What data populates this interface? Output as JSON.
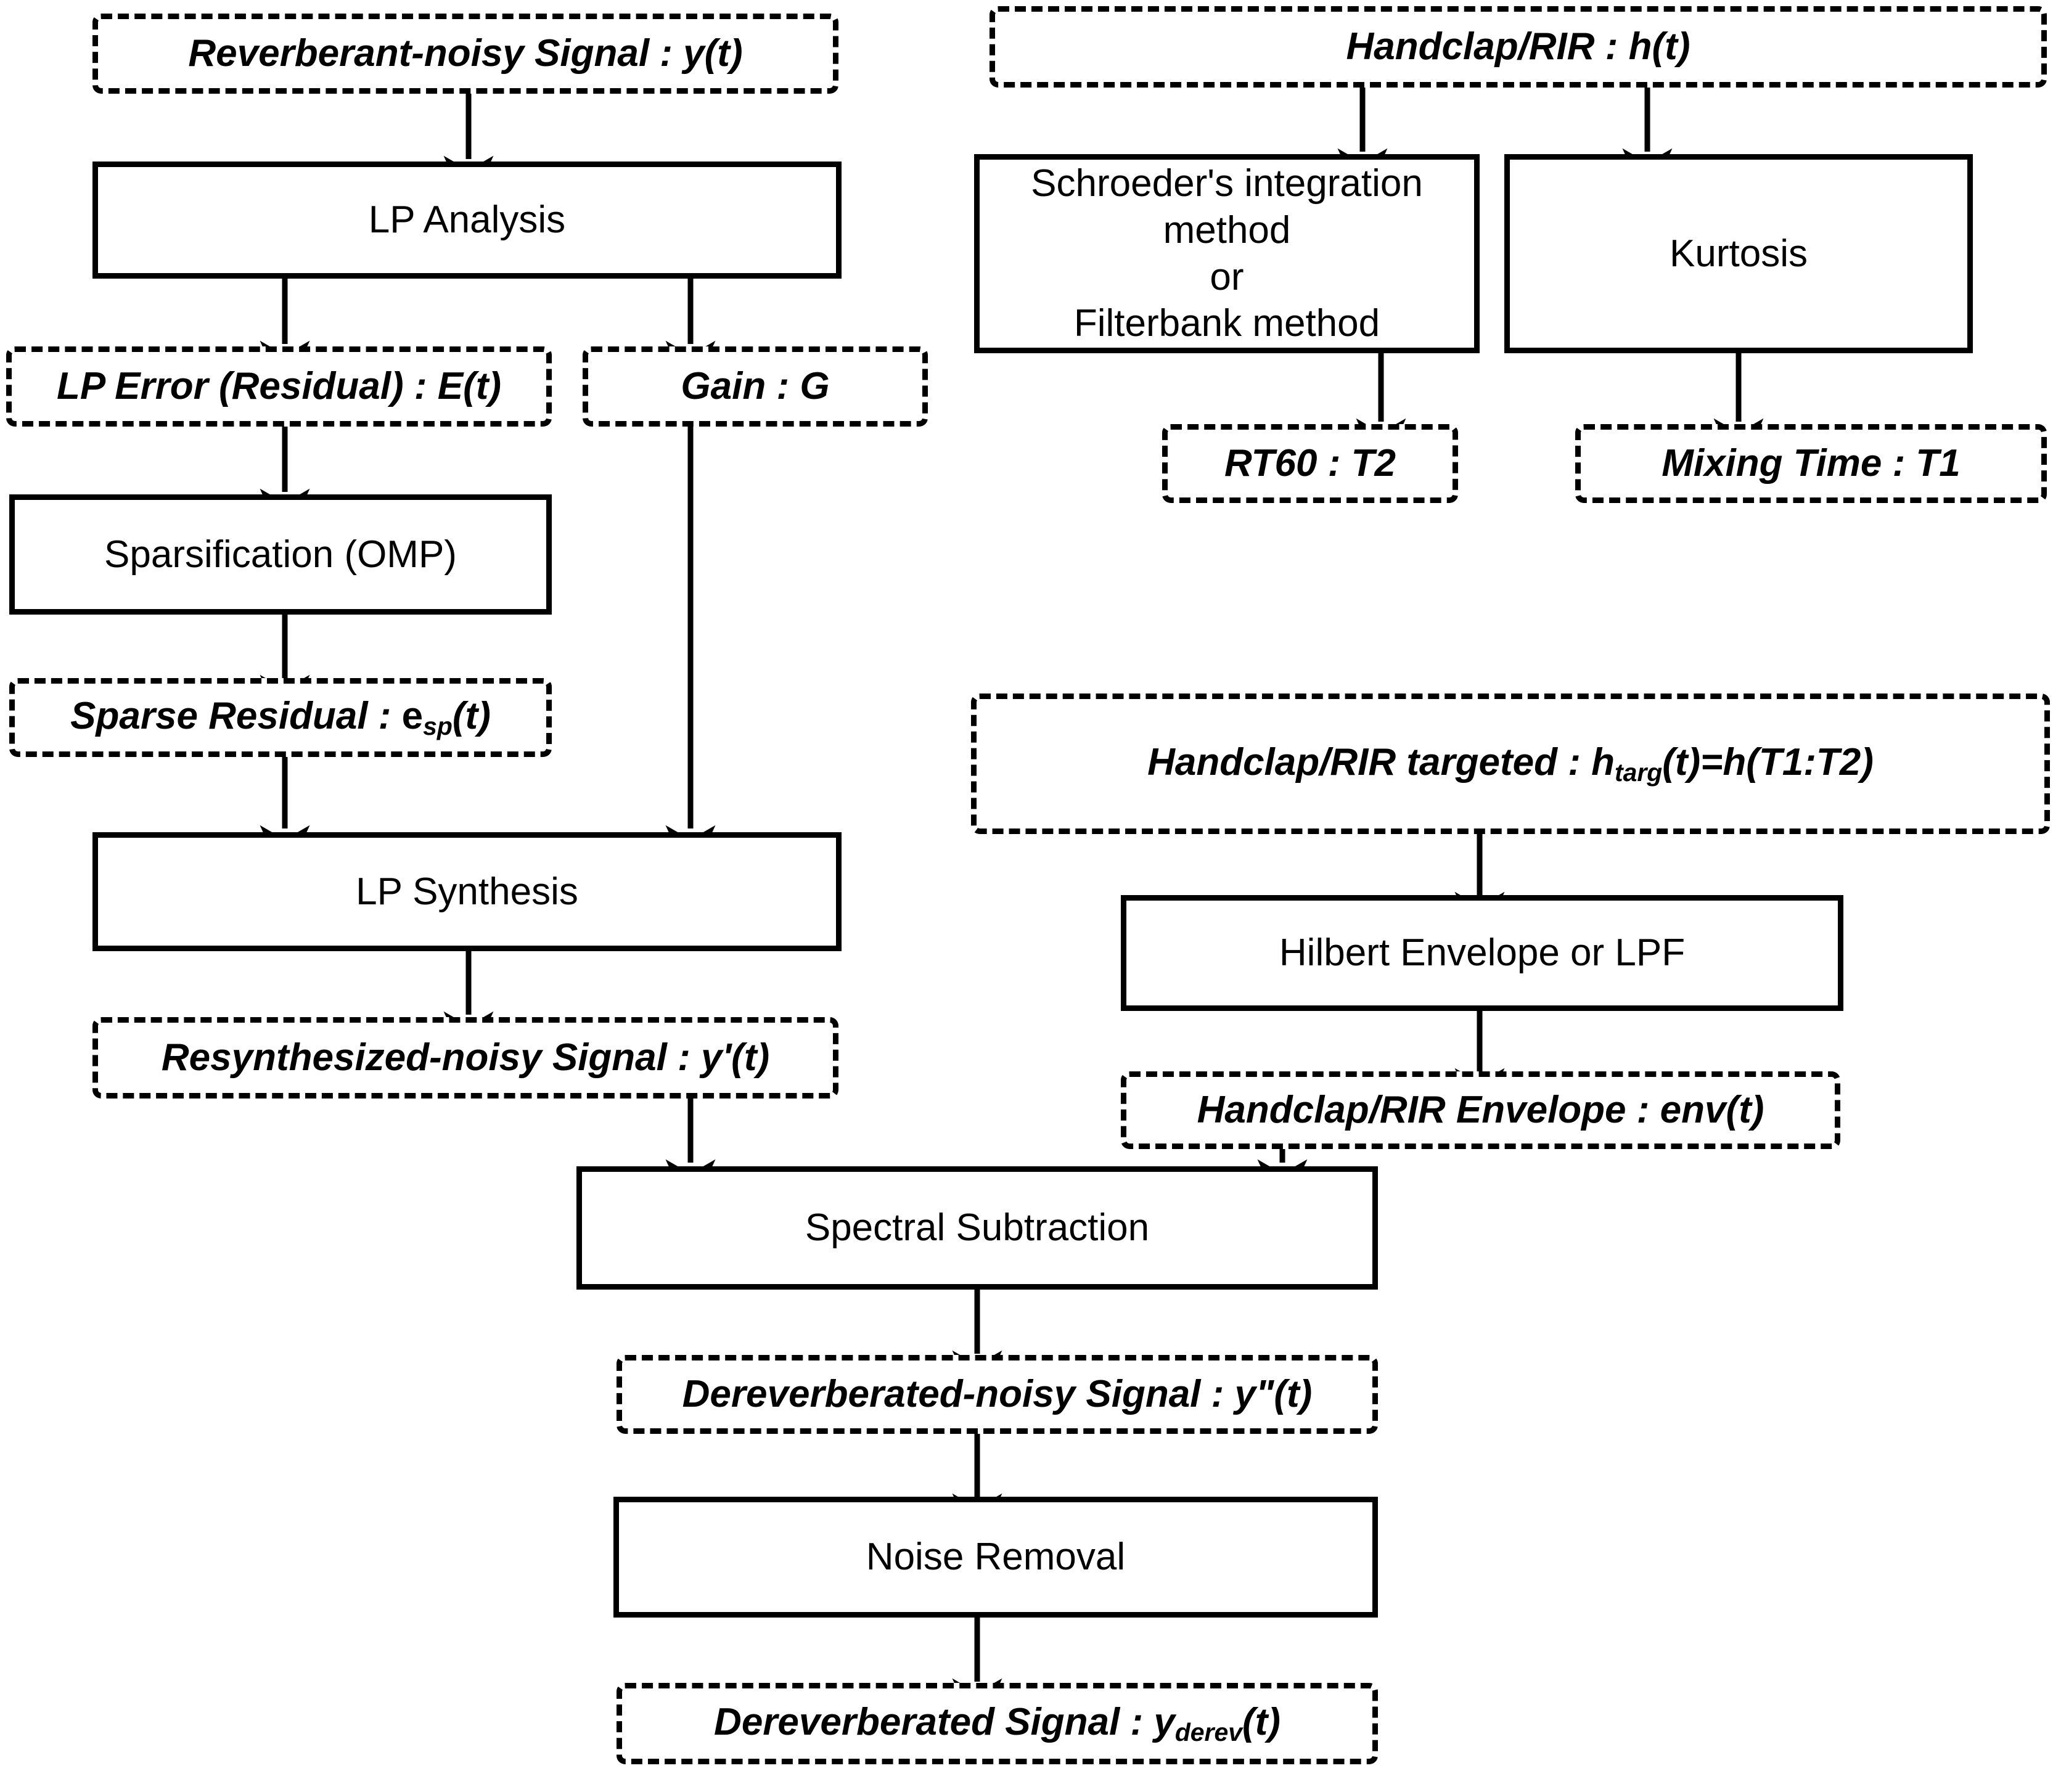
{
  "diagram": {
    "title": "Dereverberation and noise removal signal processing flowchart",
    "stroke_color": "#000000",
    "background_color": "#ffffff",
    "nodes": {
      "reverberant_noisy_signal": "Reverberant-noisy Signal : y(t)",
      "lp_analysis": "LP Analysis",
      "lp_error_residual": "LP Error (Residual) : E(t)",
      "gain": "Gain : G",
      "sparsification_omp": "Sparsification (OMP)",
      "sparse_residual_prefix": "Sparse Residual : ",
      "sparse_residual_symbol": "e",
      "sparse_residual_subscript": "sp",
      "sparse_residual_suffix": "(t)",
      "lp_synthesis": "LP Synthesis",
      "resynthesized_noisy_signal": "Resynthesized-noisy Signal : y'(t)",
      "handclap_rir": "Handclap/RIR : h(t)",
      "schroeder_line1": "Schroeder's integration method",
      "schroeder_line2": "or",
      "schroeder_line3": "Filterbank method",
      "kurtosis": "Kurtosis",
      "rt60": "RT60 : T2",
      "mixing_time": "Mixing Time : T1",
      "handclap_targeted_prefix": "Handclap/RIR targeted : h",
      "handclap_targeted_subscript": "targ",
      "handclap_targeted_suffix": "(t)=h(T1:T2)",
      "hilbert_envelope_or_lpf": "Hilbert Envelope or LPF",
      "handclap_rir_envelope": "Handclap/RIR Envelope : env(t)",
      "spectral_subtraction": "Spectral Subtraction",
      "dereverberated_noisy_signal": "Dereverberated-noisy Signal : y\"(t)",
      "noise_removal": "Noise Removal",
      "dereverberated_signal_prefix": "Dereverberated Signal : y",
      "dereverberated_signal_subscript": "derev",
      "dereverberated_signal_suffix": "(t)"
    },
    "edges": [
      {
        "from": "reverberant_noisy_signal",
        "to": "lp_analysis"
      },
      {
        "from": "lp_analysis",
        "to": "lp_error_residual"
      },
      {
        "from": "lp_analysis",
        "to": "gain"
      },
      {
        "from": "lp_error_residual",
        "to": "sparsification_omp"
      },
      {
        "from": "sparsification_omp",
        "to": "sparse_residual"
      },
      {
        "from": "sparse_residual",
        "to": "lp_synthesis"
      },
      {
        "from": "gain",
        "to": "lp_synthesis"
      },
      {
        "from": "lp_synthesis",
        "to": "resynthesized_noisy_signal"
      },
      {
        "from": "resynthesized_noisy_signal",
        "to": "spectral_subtraction"
      },
      {
        "from": "handclap_rir",
        "to": "schroeder"
      },
      {
        "from": "handclap_rir",
        "to": "kurtosis"
      },
      {
        "from": "schroeder",
        "to": "rt60"
      },
      {
        "from": "kurtosis",
        "to": "mixing_time"
      },
      {
        "from": "handclap_targeted",
        "to": "hilbert_envelope_or_lpf"
      },
      {
        "from": "hilbert_envelope_or_lpf",
        "to": "handclap_rir_envelope"
      },
      {
        "from": "handclap_rir_envelope",
        "to": "spectral_subtraction"
      },
      {
        "from": "spectral_subtraction",
        "to": "dereverberated_noisy_signal"
      },
      {
        "from": "dereverberated_noisy_signal",
        "to": "noise_removal"
      },
      {
        "from": "noise_removal",
        "to": "dereverberated_signal"
      }
    ]
  }
}
